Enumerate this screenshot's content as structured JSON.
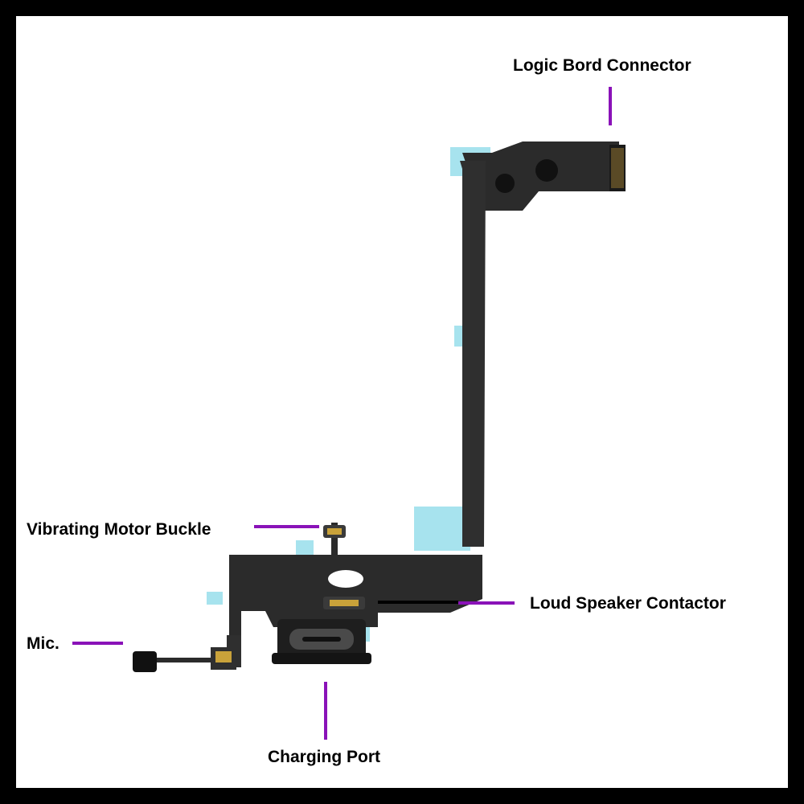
{
  "labels": {
    "logic_board_connector": "Logic Bord Connector",
    "vibrating_motor_buckle": "Vibrating Motor Buckle",
    "loud_speaker_contactor": "Loud Speaker Contactor",
    "mic": "Mic.",
    "charging_port": "Charging Port"
  },
  "colors": {
    "leader_line": "#8a12b8",
    "flex_cable": "#2b2b2b",
    "stiffener_tape": "#a7e3ee",
    "gold_contact": "#c9a23a",
    "frame": "#000000",
    "background": "#ffffff"
  }
}
